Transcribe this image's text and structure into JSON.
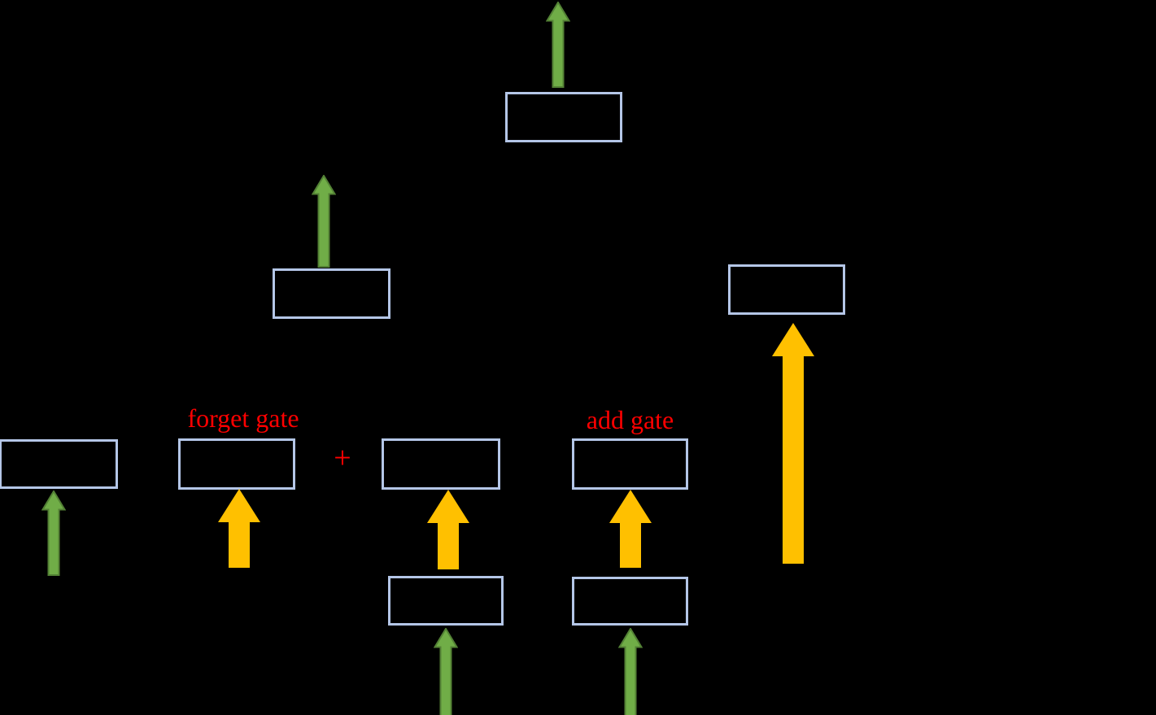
{
  "diagram": {
    "type": "lstm-gates-flow-diagram",
    "labels": {
      "forget_gate": "forget gate",
      "add_gate": "add gate",
      "plus_operator": "+"
    },
    "colors": {
      "background": "#000000",
      "box_border": "#B4C6E7",
      "box_fill": "#000000",
      "green_arrow_fill": "#70AD47",
      "green_arrow_outline": "#538135",
      "yellow_arrow_fill": "#FFC000",
      "label_text": "#FF0000"
    },
    "icons": {
      "green-up-arrow": "▲",
      "yellow-up-arrow": "▲"
    },
    "counts": {
      "boxes": 9,
      "green_arrows": 5,
      "yellow_arrows": 4
    }
  }
}
